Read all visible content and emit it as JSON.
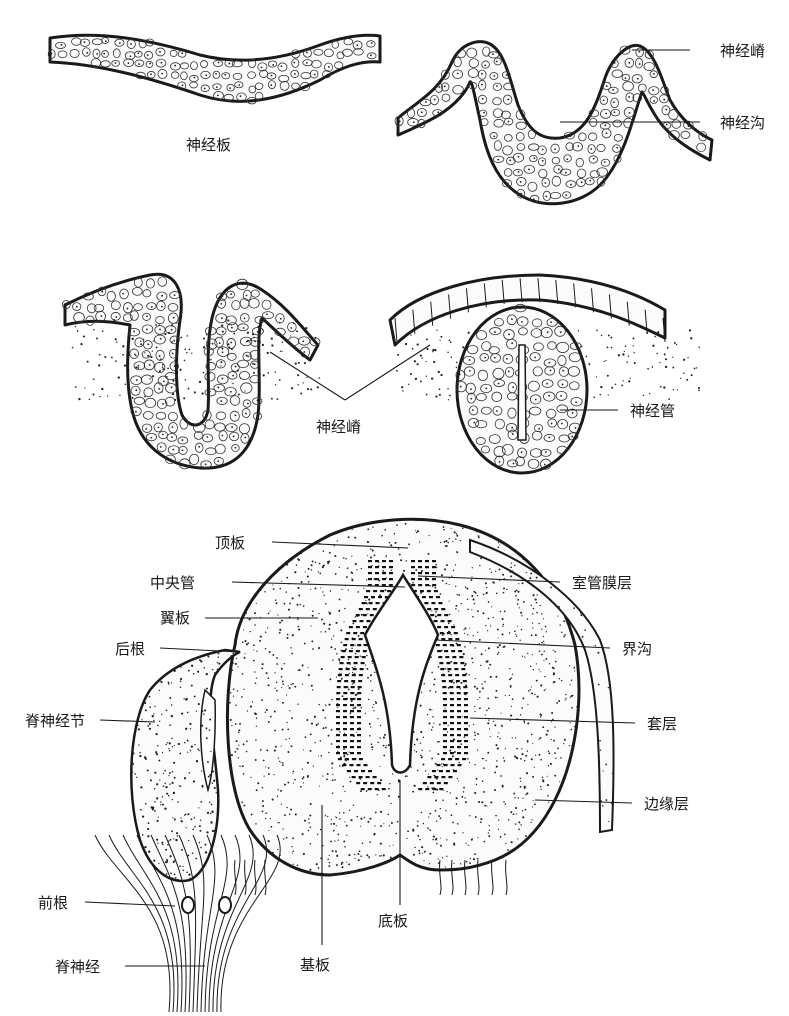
{
  "panels": {
    "neural_plate": {
      "caption": "神经板"
    },
    "neural_groove": {
      "crest_label": "神经嵴",
      "groove_label": "神经沟"
    },
    "closing": {
      "crest_label": "神经嵴",
      "tube_label": "神经管"
    },
    "spinal_cord": {
      "labels": {
        "roof_plate": "顶板",
        "central_canal": "中央管",
        "alar_plate": "翼板",
        "dorsal_root": "后根",
        "spinal_ganglion": "脊神经节",
        "ependymal_layer": "室管膜层",
        "sulcus_limitans": "界沟",
        "mantle_layer": "套层",
        "marginal_layer": "边缘层",
        "ventral_root": "前根",
        "spinal_nerve": "脊神经",
        "basal_plate": "基板",
        "floor_plate": "底板"
      }
    }
  }
}
